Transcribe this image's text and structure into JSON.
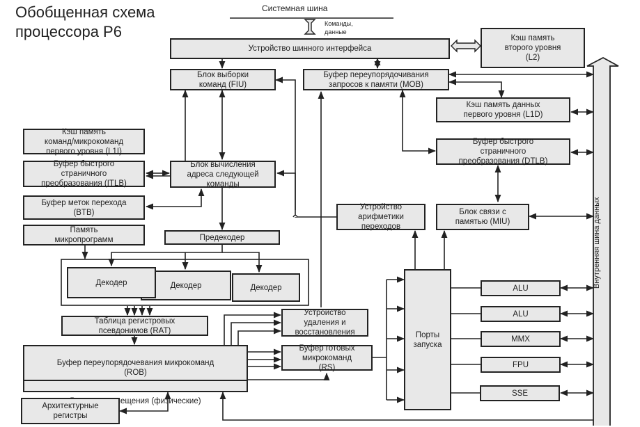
{
  "title": {
    "line1": "Обобщенная схема",
    "line2": "процессора P6"
  },
  "system_bus": {
    "label": "Системная шина",
    "arrow_label": "Команды,\nданные"
  },
  "internal_bus": {
    "label": "Внутренняя шина данных"
  },
  "blocks": {
    "biu": "Устройство шинного интерфейса",
    "l2": "Кэш память\nвторого уровня\n(L2)",
    "fiu": "Блок выборки\nкоманд (FIU)",
    "mob": "Буфер переупорядочивания\nзапросов к памяти (MOB)",
    "l1d": "Кэш память данных\nпервого уровня  (L1D)",
    "l1i": "Кэш память\nкоманд/микрокоманд\nпервого уровня  (L1I)",
    "dtlb": "Буфер быстрого\nстраничного\nпреобразования (DTLB)",
    "itlb": "Буфер быстрого\nстраничного\nпреобразования (ITLB)",
    "next_addr": "Блок вычисления\nадреса следующей\nкоманды",
    "btb": "Буфер меток перехода\n(BTB)",
    "branch_alu": "Устройство\nарифметики\nпереходов",
    "miu": "Блок связи с\nпамятью (MIU)",
    "microcode": "Память\nмикропрограмм",
    "predecoder": "Предекодер",
    "decoder1": "Декодер",
    "decoder2": "Декодер",
    "decoder3": "Декодер",
    "rat": "Таблица регистровых\nпсевдонимов (RAT)",
    "retire": "Устройство\nудаления и\nвосстановления",
    "rob": "Буфер  переупорядочевания микрокоманд\n(ROB)",
    "rs": "Буфер готовых\nмикрокоманд\n(RS)",
    "phys_regs": "Регистры замещения (физические)",
    "arch_regs": "Архитектурные\nрегистры",
    "ports": "Порты\nзапуска"
  },
  "exec_units": [
    "ALU",
    "ALU",
    "MMX",
    "FPU",
    "SSE"
  ],
  "colors": {
    "box_fill": "#e8e8e8",
    "line": "#222222"
  }
}
